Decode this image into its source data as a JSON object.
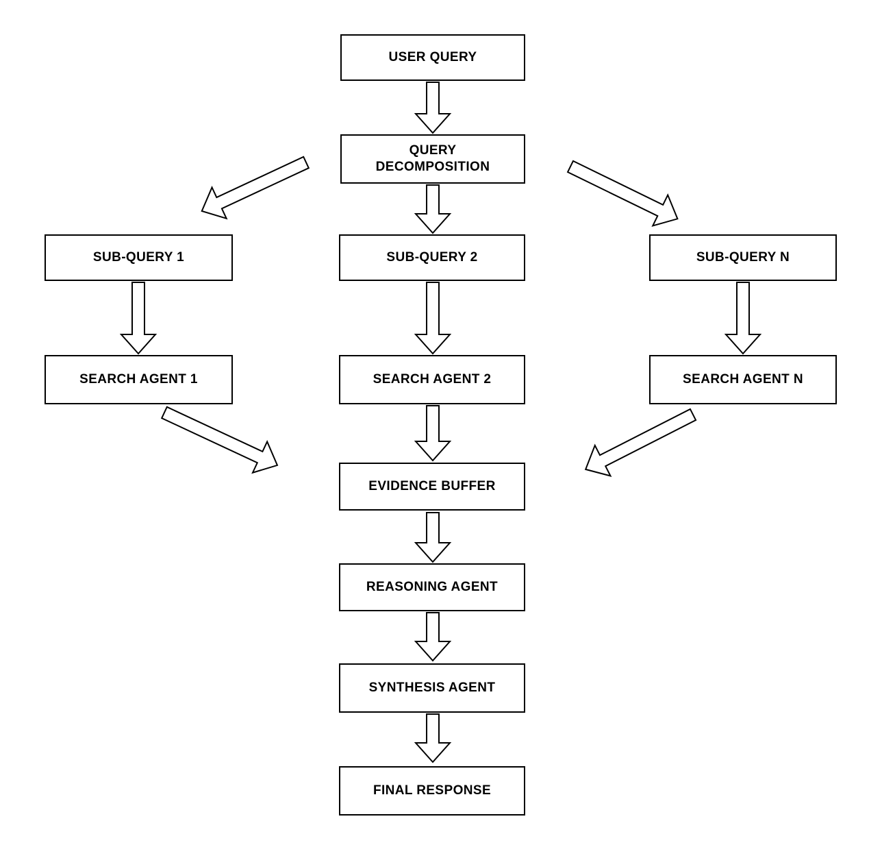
{
  "diagram": {
    "nodes": {
      "user_query": "USER QUERY",
      "query_decomposition": "QUERY\nDECOMPOSITION",
      "sub_query_1": "SUB-QUERY 1",
      "sub_query_2": "SUB-QUERY 2",
      "sub_query_n": "SUB-QUERY N",
      "search_agent_1": "SEARCH AGENT 1",
      "search_agent_2": "SEARCH AGENT 2",
      "search_agent_n": "SEARCH AGENT N",
      "evidence_buffer": "EVIDENCE BUFFER",
      "reasoning_agent": "REASONING AGENT",
      "synthesis_agent": "SYNTHESIS AGENT",
      "final_response": "FINAL RESPONSE"
    },
    "edges": [
      {
        "from": "user_query",
        "to": "query_decomposition"
      },
      {
        "from": "query_decomposition",
        "to": "sub_query_1"
      },
      {
        "from": "query_decomposition",
        "to": "sub_query_2"
      },
      {
        "from": "query_decomposition",
        "to": "sub_query_n"
      },
      {
        "from": "sub_query_1",
        "to": "search_agent_1"
      },
      {
        "from": "sub_query_2",
        "to": "search_agent_2"
      },
      {
        "from": "sub_query_n",
        "to": "search_agent_n"
      },
      {
        "from": "search_agent_1",
        "to": "evidence_buffer"
      },
      {
        "from": "search_agent_2",
        "to": "evidence_buffer"
      },
      {
        "from": "search_agent_n",
        "to": "evidence_buffer"
      },
      {
        "from": "evidence_buffer",
        "to": "reasoning_agent"
      },
      {
        "from": "reasoning_agent",
        "to": "synthesis_agent"
      },
      {
        "from": "synthesis_agent",
        "to": "final_response"
      }
    ],
    "colors": {
      "box_fill": "#ffffff",
      "box_border": "#000000",
      "text": "#000000",
      "background": "#ffffff"
    }
  }
}
